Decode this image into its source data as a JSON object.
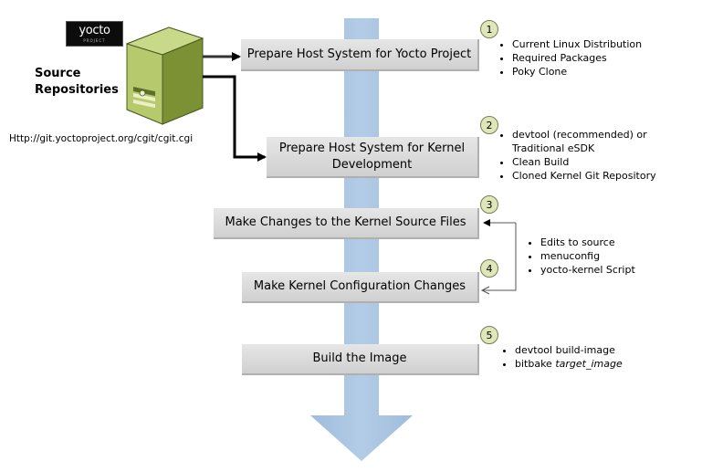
{
  "logo": {
    "wordmark": "yocto",
    "subtext": "PROJECT"
  },
  "source": {
    "label_line1": "Source",
    "label_line2": "Repositories",
    "url": "Http://git.yoctoproject.org/cgit/cgit.cgi"
  },
  "steps": [
    {
      "number": "1",
      "title": "Prepare Host System for Yocto Project",
      "bullets": [
        "Current Linux Distribution",
        "Required Packages",
        "Poky Clone"
      ]
    },
    {
      "number": "2",
      "title_line1": "Prepare Host System for Kernel",
      "title_line2": "Development",
      "bullets": [
        "devtool (recommended) or",
        "Traditional eSDK",
        "Clean Build",
        "Cloned Kernel Git Repository"
      ]
    },
    {
      "number": "3",
      "title": "Make Changes to the Kernel Source Files"
    },
    {
      "number": "4",
      "title": "Make Kernel Configuration Changes"
    },
    {
      "number": "5",
      "title": "Build the Image",
      "bullets": [
        "devtool build-image",
        "bitbake"
      ],
      "bullet2_emphasis": "target_image"
    }
  ],
  "edit_options": [
    "Edits to source",
    "menuconfig",
    "yocto-kernel Script"
  ],
  "colors": {
    "flow_arrow": "#a9c4e0",
    "step_box": "#d9d9d9",
    "number_circle": "#dfe7b8",
    "server_body": "#b3c56a",
    "connector": "#000000"
  }
}
